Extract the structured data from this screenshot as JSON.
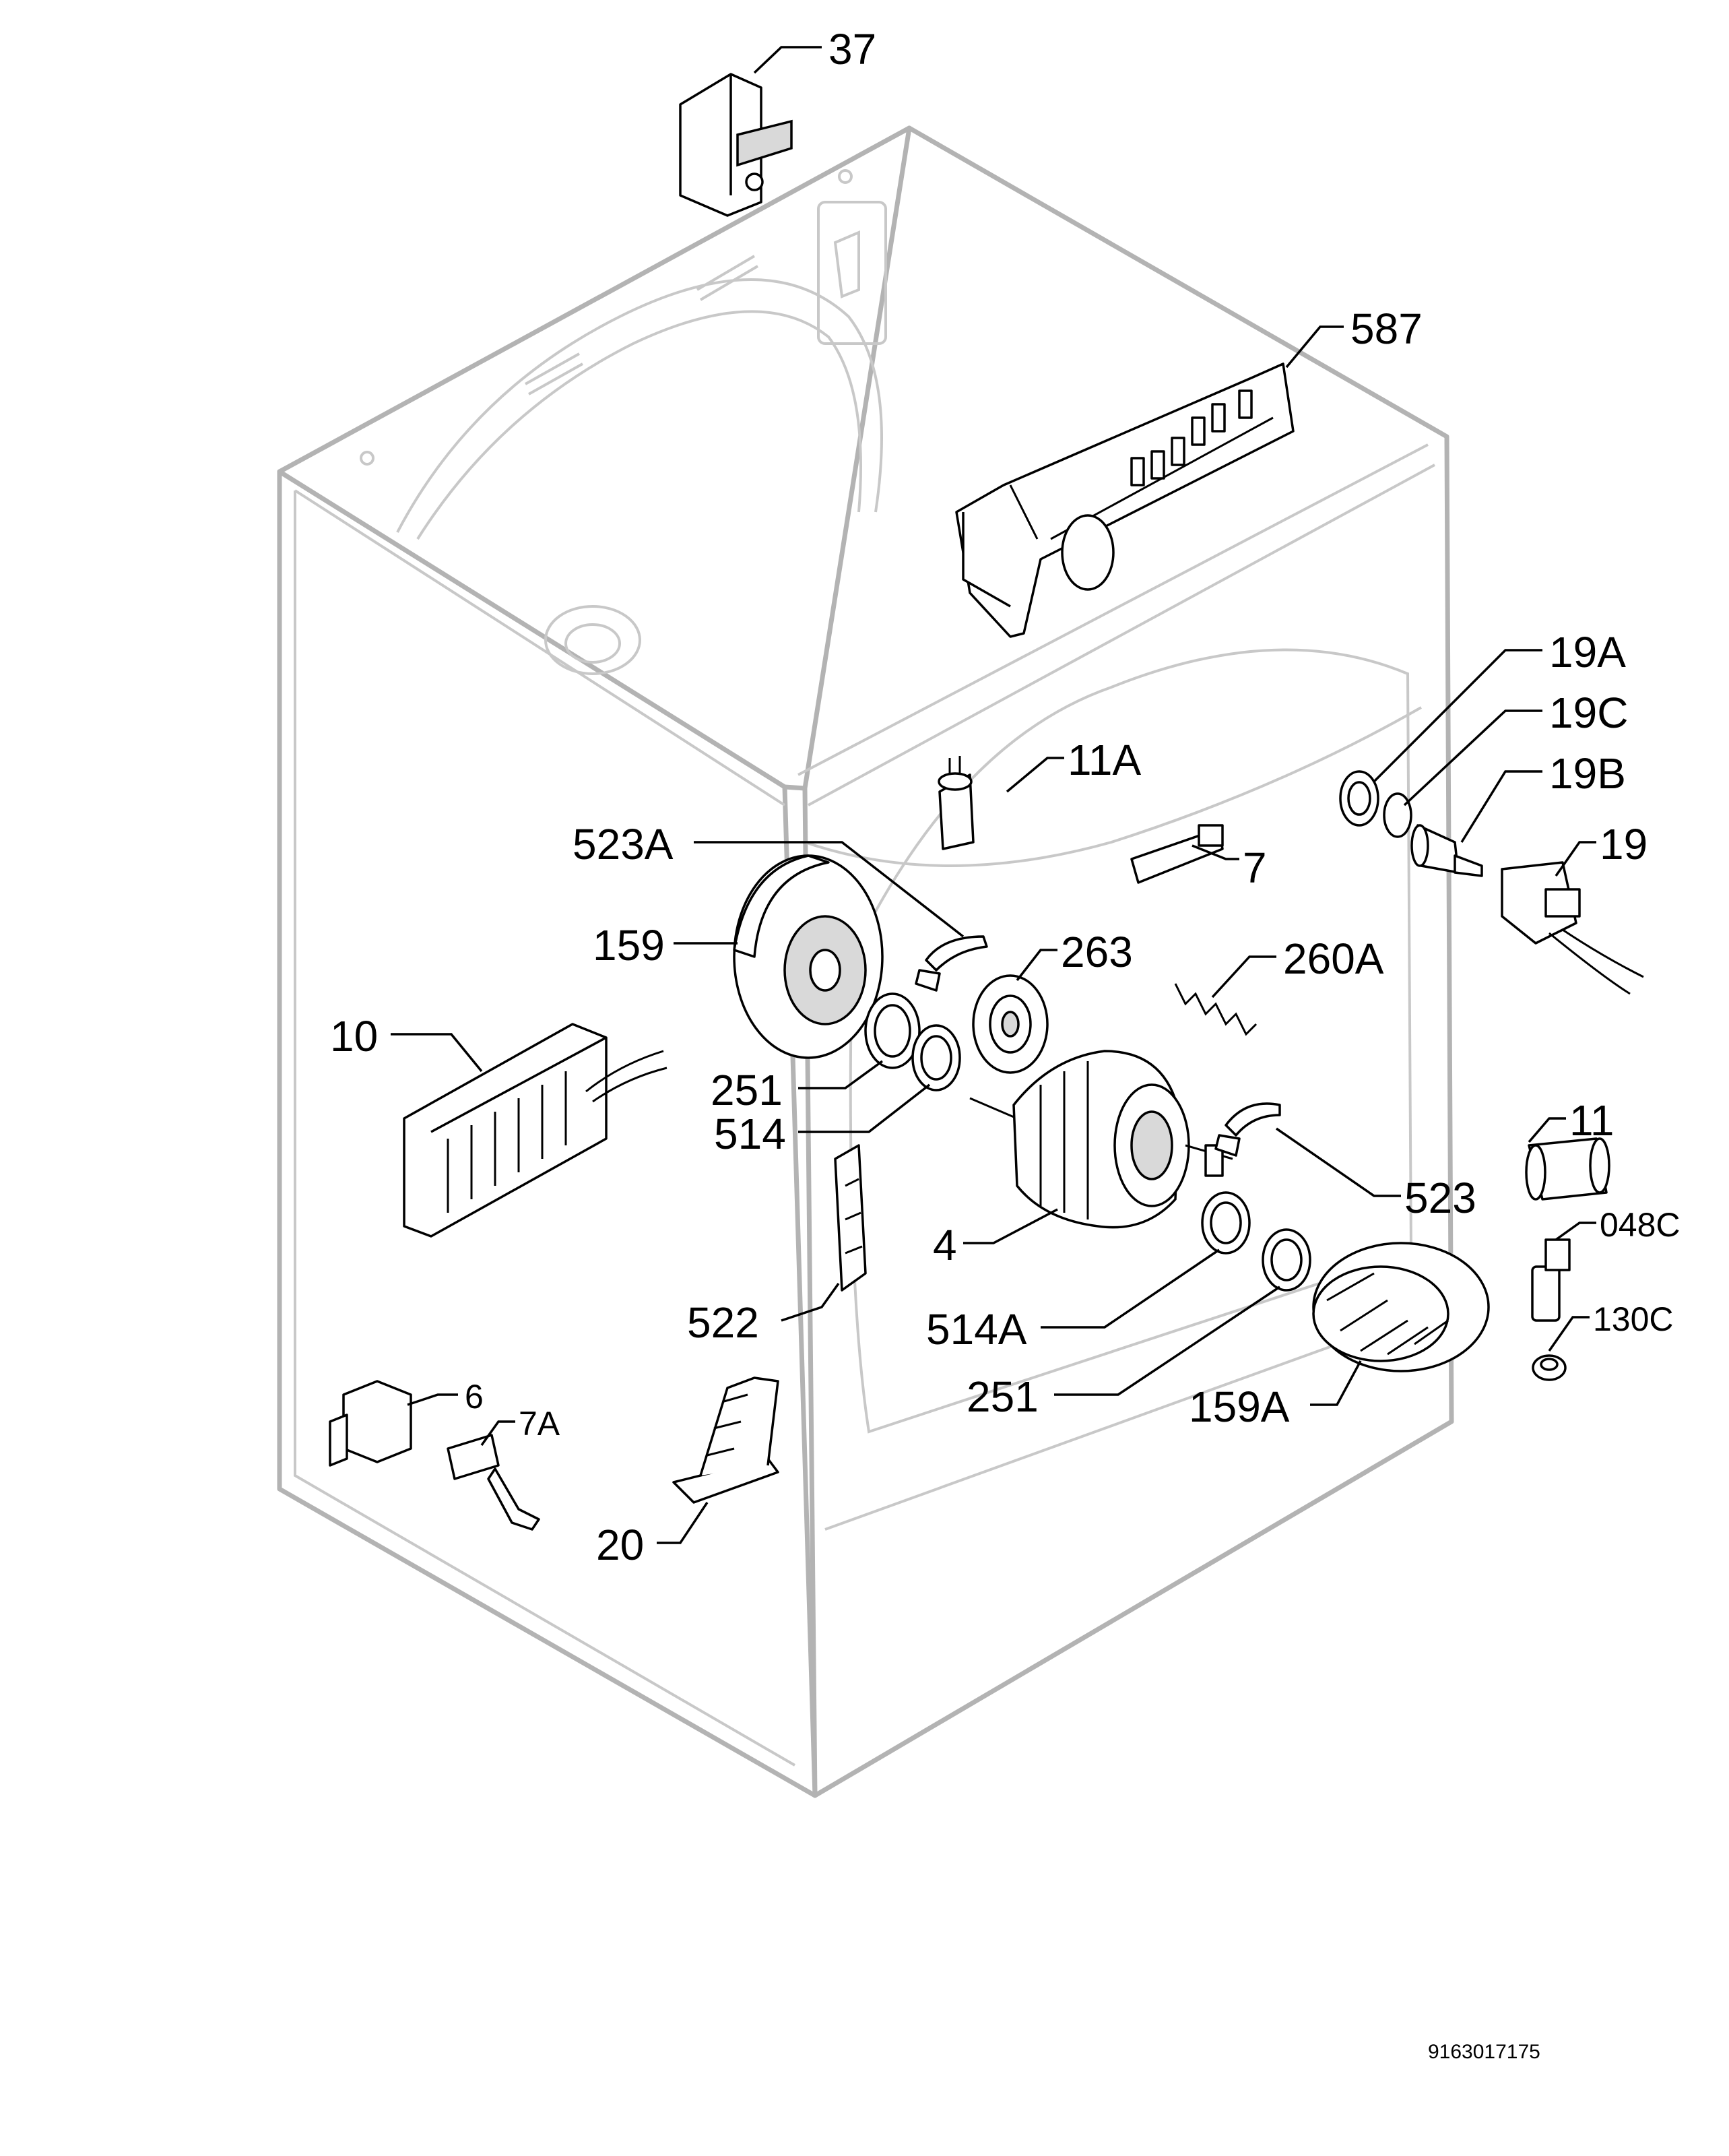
{
  "diagram": {
    "parts": [
      {
        "id": "p37",
        "label": "37"
      },
      {
        "id": "p587",
        "label": "587"
      },
      {
        "id": "p19A",
        "label": "19A"
      },
      {
        "id": "p19C",
        "label": "19C"
      },
      {
        "id": "p19B",
        "label": "19B"
      },
      {
        "id": "p19",
        "label": "19"
      },
      {
        "id": "p11A",
        "label": "11A"
      },
      {
        "id": "p7",
        "label": "7"
      },
      {
        "id": "p523A",
        "label": "523A"
      },
      {
        "id": "p159",
        "label": "159"
      },
      {
        "id": "p263",
        "label": "263"
      },
      {
        "id": "p260A",
        "label": "260A"
      },
      {
        "id": "p10",
        "label": "10"
      },
      {
        "id": "p251a",
        "label": "251"
      },
      {
        "id": "p514",
        "label": "514"
      },
      {
        "id": "p11",
        "label": "11"
      },
      {
        "id": "p523",
        "label": "523"
      },
      {
        "id": "p4",
        "label": "4"
      },
      {
        "id": "p048C",
        "label": "048C"
      },
      {
        "id": "p522",
        "label": "522"
      },
      {
        "id": "p514A",
        "label": "514A"
      },
      {
        "id": "p130C",
        "label": "130C"
      },
      {
        "id": "p6",
        "label": "6"
      },
      {
        "id": "p7A",
        "label": "7A"
      },
      {
        "id": "p251b",
        "label": "251"
      },
      {
        "id": "p159A",
        "label": "159A"
      },
      {
        "id": "p20",
        "label": "20"
      }
    ],
    "drawing_number": "9163017175"
  }
}
